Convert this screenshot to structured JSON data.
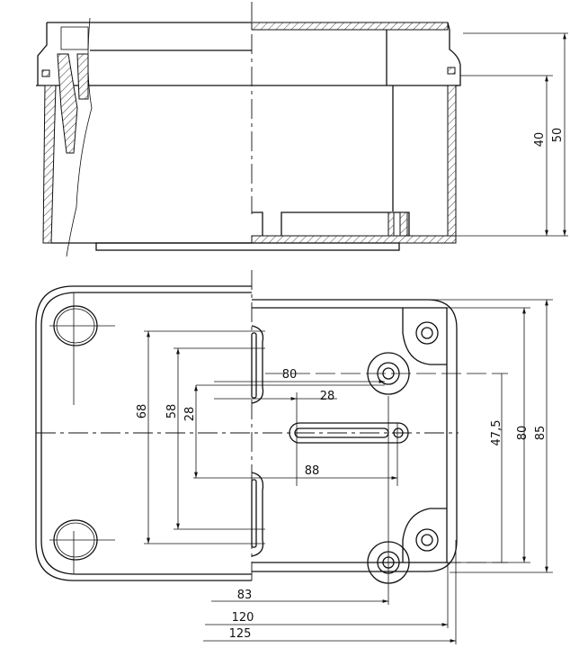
{
  "title": "Enclosure dimension drawing",
  "side_view": {
    "dimensions": [
      {
        "id": "height_total",
        "label": "50",
        "value": 50
      },
      {
        "id": "height_body",
        "label": "40",
        "value": 40
      }
    ]
  },
  "bottom_view": {
    "dimensions": [
      {
        "id": "hole_spacing_outer",
        "label": "68",
        "value": 68
      },
      {
        "id": "slot_span",
        "label": "58",
        "value": 58
      },
      {
        "id": "inner_spacing",
        "label": "28",
        "value": 28
      },
      {
        "id": "offset_80",
        "label": "80",
        "value": 80
      },
      {
        "id": "slot_length",
        "label": "28",
        "value": 28
      },
      {
        "id": "offset_88",
        "label": "88",
        "value": 88
      },
      {
        "id": "boss_spacing",
        "label": "47,5",
        "value": 47.5
      },
      {
        "id": "width_inner",
        "label": "80",
        "value": 80
      },
      {
        "id": "width_outer",
        "label": "85",
        "value": 85
      },
      {
        "id": "length_83",
        "label": "83",
        "value": 83
      },
      {
        "id": "length_120",
        "label": "120",
        "value": 120
      },
      {
        "id": "length_125",
        "label": "125",
        "value": 125
      }
    ]
  }
}
